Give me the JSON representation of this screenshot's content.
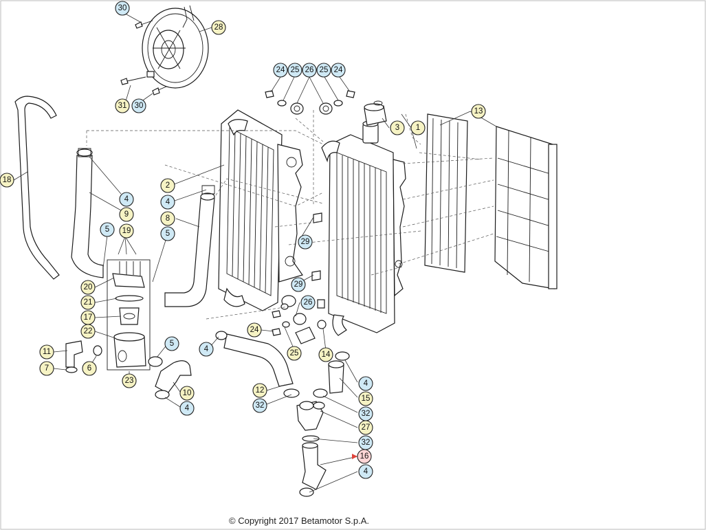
{
  "copyright": "© Copyright 2017 Betamotor S.p.A.",
  "callouts": {
    "c30a": "30",
    "c28": "28",
    "c31": "31",
    "c30b": "30",
    "c24a": "24",
    "c25a": "25",
    "c26a": "26",
    "c25b": "25",
    "c24b": "24",
    "c3": "3",
    "c1": "1",
    "c13": "13",
    "c18": "18",
    "c4a": "4",
    "c9": "9",
    "c2": "2",
    "c4b": "4",
    "c8": "8",
    "c5a": "5",
    "c19": "19",
    "c5b": "5",
    "c29a": "29",
    "c29b": "29",
    "c26b": "26",
    "c20": "20",
    "c21": "21",
    "c17": "17",
    "c22": "22",
    "c23": "23",
    "c11": "11",
    "c7": "7",
    "c6": "6",
    "c5c": "5",
    "c10": "10",
    "c4c": "4",
    "c24c": "24",
    "c25c": "25",
    "c4d": "4",
    "c14": "14",
    "c4e": "4",
    "c15": "15",
    "c12": "12",
    "c32a": "32",
    "c32b": "32",
    "c27": "27",
    "c32c": "32",
    "c16": "16",
    "c4f": "4"
  },
  "colors": {
    "callout_blue": "#cfe9f5",
    "callout_yellow": "#f6f3c4",
    "callout_red": "#ffd6d6",
    "marker_red": "#e0443c"
  }
}
